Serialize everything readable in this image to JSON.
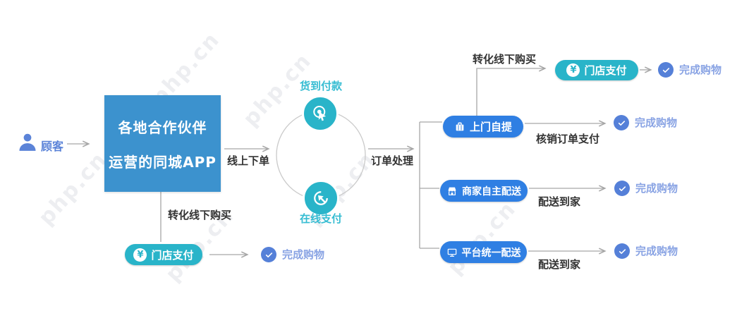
{
  "customer": {
    "label": "顾客"
  },
  "app_box": {
    "line1": "各地合作伙伴",
    "line2": "运营的同城APP"
  },
  "circle": {
    "top": "货到付款",
    "bottom": "在线支付"
  },
  "edges": {
    "online_order": "线上下单",
    "order_processing": "订单处理",
    "convert_offline_top": "转化线下购买",
    "convert_offline_bottom": "转化线下购买",
    "verify_payment": "核销订单支付",
    "home_delivery_merchant": "配送到家",
    "home_delivery_platform": "配送到家"
  },
  "nodes": {
    "pickup": "上门自提",
    "merchant_delivery": "商家自主配送",
    "platform_delivery": "平台统一配送",
    "store_payment_top": "门店支付",
    "store_payment_bottom": "门店支付"
  },
  "symbols": {
    "yuan": "¥"
  },
  "completion": {
    "label": "完成购物"
  },
  "watermark": {
    "text": "php.cn"
  },
  "colors": {
    "box_blue": "#3C92CE",
    "pill_blue": "#2F7FE3",
    "teal": "#29B4C9",
    "check_blue": "#5580D8",
    "complete_text": "#8AA4E4",
    "line_gray": "#A6A6A6"
  }
}
